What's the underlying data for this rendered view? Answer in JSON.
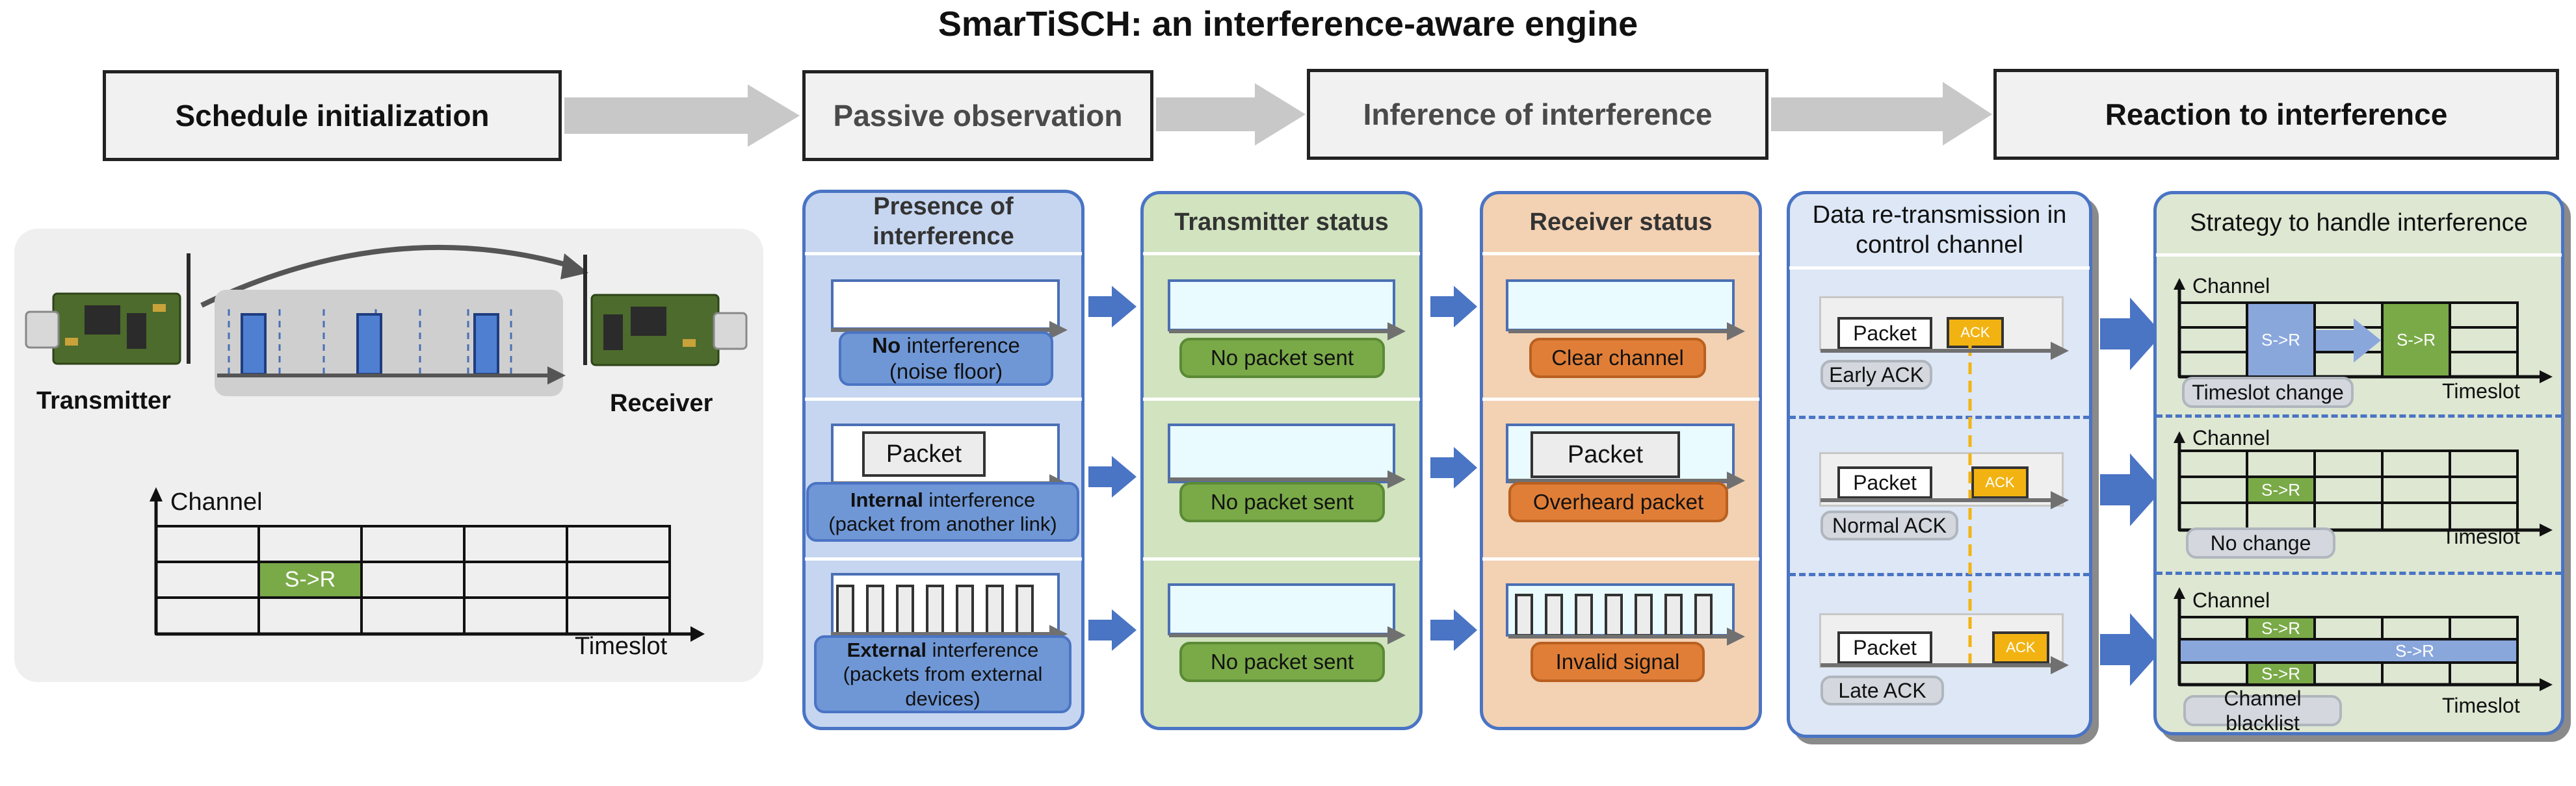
{
  "title": "SmarTiSCH:  an interference-aware engine",
  "stages": [
    "Schedule initialization",
    "Passive observation",
    "Inference of interference",
    "Reaction to interference"
  ],
  "left_panel": {
    "transmitter": "Transmitter",
    "receiver": "Receiver",
    "channel_axis": "Channel",
    "timeslot_axis": "Timeslot",
    "cell": "S->R"
  },
  "columns": {
    "presence": {
      "header": "Presence of interference",
      "rows": [
        {
          "bold": "No",
          "text": " interference",
          "sub": "(noise floor)"
        },
        {
          "bold": "Internal",
          "text": " interference",
          "sub": "(packet from another link)",
          "packet": "Packet"
        },
        {
          "bold": "External",
          "text": " interference",
          "sub": "(packets from external devices)"
        }
      ]
    },
    "transmitter": {
      "header": "Transmitter status",
      "rows": [
        "No packet sent",
        "No packet sent",
        "No packet sent"
      ]
    },
    "receiver": {
      "header": "Receiver status",
      "rows": [
        "Clear channel",
        "Overheard packet",
        "Invalid signal"
      ],
      "packet": "Packet"
    },
    "retransmission": {
      "header": "Data re-transmission in control channel",
      "packet": "Packet",
      "ack": "ACK",
      "rows": [
        "Early ACK",
        "Normal ACK",
        "Late ACK"
      ]
    },
    "strategy": {
      "header": "Strategy to handle interference",
      "channel_axis": "Channel",
      "timeslot_axis": "Timeslot",
      "cell": "S->R",
      "rows": [
        "Timeslot change",
        "No change",
        "Channel blacklist"
      ]
    }
  },
  "colors": {
    "blue_fill": "#c6d6f0",
    "green_fill": "#d1e3bf",
    "orange_fill": "#f3d1b3",
    "lightblue_fill": "#dde7f5",
    "blue_border": "#4a74c4",
    "arrow_blue": "#4a74c4",
    "arrow_grey": "#c8c8c8",
    "ack": "#f2b312",
    "cell_green": "#7aaa48",
    "cell_blue": "#8aa7dc"
  }
}
